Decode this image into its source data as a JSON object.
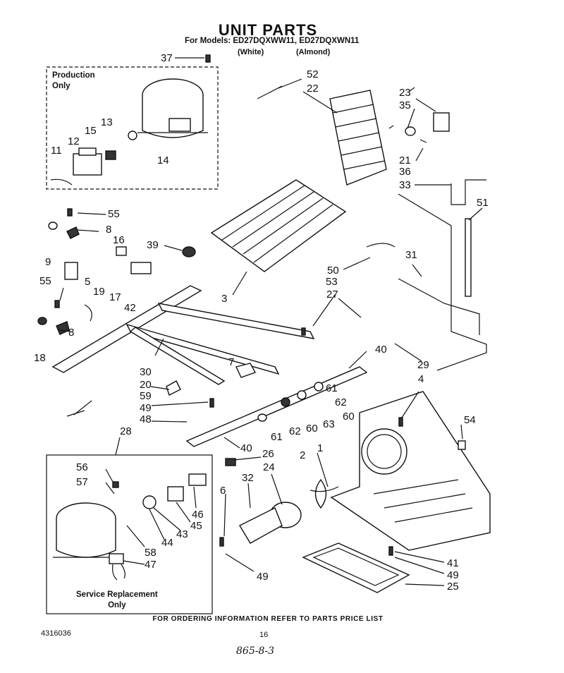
{
  "title": "UNIT PARTS",
  "models_line": "For Models: ED27DQXWW11, ED27DQXWN11",
  "model_white": "(White)",
  "model_almond": "(Almond)",
  "production_label_1": "Production",
  "production_label_2": "Only",
  "service_label_1": "Service Replacement",
  "service_label_2": "Only",
  "footer": "FOR ORDERING INFORMATION REFER TO PARTS PRICE LIST",
  "doc_number": "4316036",
  "page_number": "16",
  "handwritten_note": "865-8-3",
  "callouts": [
    "37",
    "52",
    "22",
    "23",
    "35",
    "21",
    "36",
    "33",
    "51",
    "13",
    "15",
    "12",
    "11",
    "14",
    "55",
    "8",
    "9",
    "16",
    "39",
    "3",
    "50",
    "31",
    "55",
    "5",
    "19",
    "17",
    "42",
    "53",
    "27",
    "8",
    "18",
    "30",
    "7",
    "40",
    "29",
    "4",
    "20",
    "59",
    "49",
    "61",
    "62",
    "60",
    "48",
    "61",
    "62",
    "60",
    "63",
    "54",
    "28",
    "40",
    "26",
    "1",
    "2",
    "24",
    "32",
    "56",
    "57",
    "46",
    "45",
    "43",
    "44",
    "58",
    "47",
    "6",
    "49",
    "41",
    "49",
    "25"
  ]
}
